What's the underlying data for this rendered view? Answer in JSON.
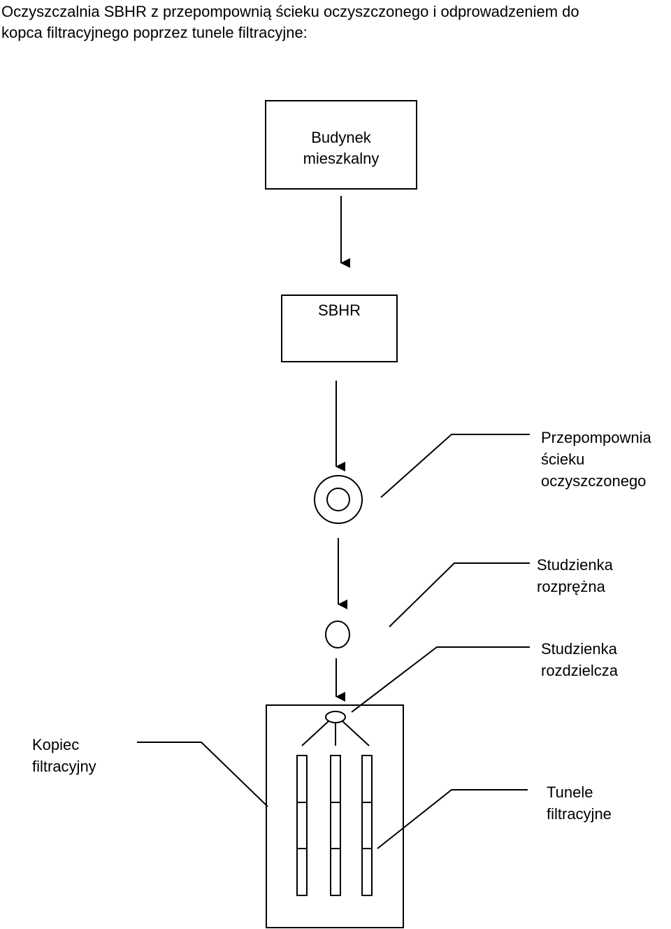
{
  "title": {
    "line1": "Oczyszczalnia SBHR z przepompownią ścieku oczyszczonego i odprowadzeniem do",
    "line2": "kopca filtracyjnego poprzez tunele filtracyjne:"
  },
  "boxes": {
    "budynek": {
      "line1": "Budynek",
      "line2": "mieszkalny"
    },
    "sbhr": {
      "label": "SBHR"
    }
  },
  "callouts": {
    "przepompownia": {
      "line1": "Przepompownia",
      "line2": "ścieku",
      "line3": "oczyszczonego"
    },
    "rozprezna": {
      "line1": "Studzienka",
      "line2": "rozprężna"
    },
    "rozdzielcza": {
      "line1": "Studzienka",
      "line2": "rozdzielcza"
    },
    "kopiec": {
      "line1": "Kopiec",
      "line2": "filtracyjny"
    },
    "tunele": {
      "line1": "Tunele",
      "line2": "filtracyjne"
    }
  }
}
